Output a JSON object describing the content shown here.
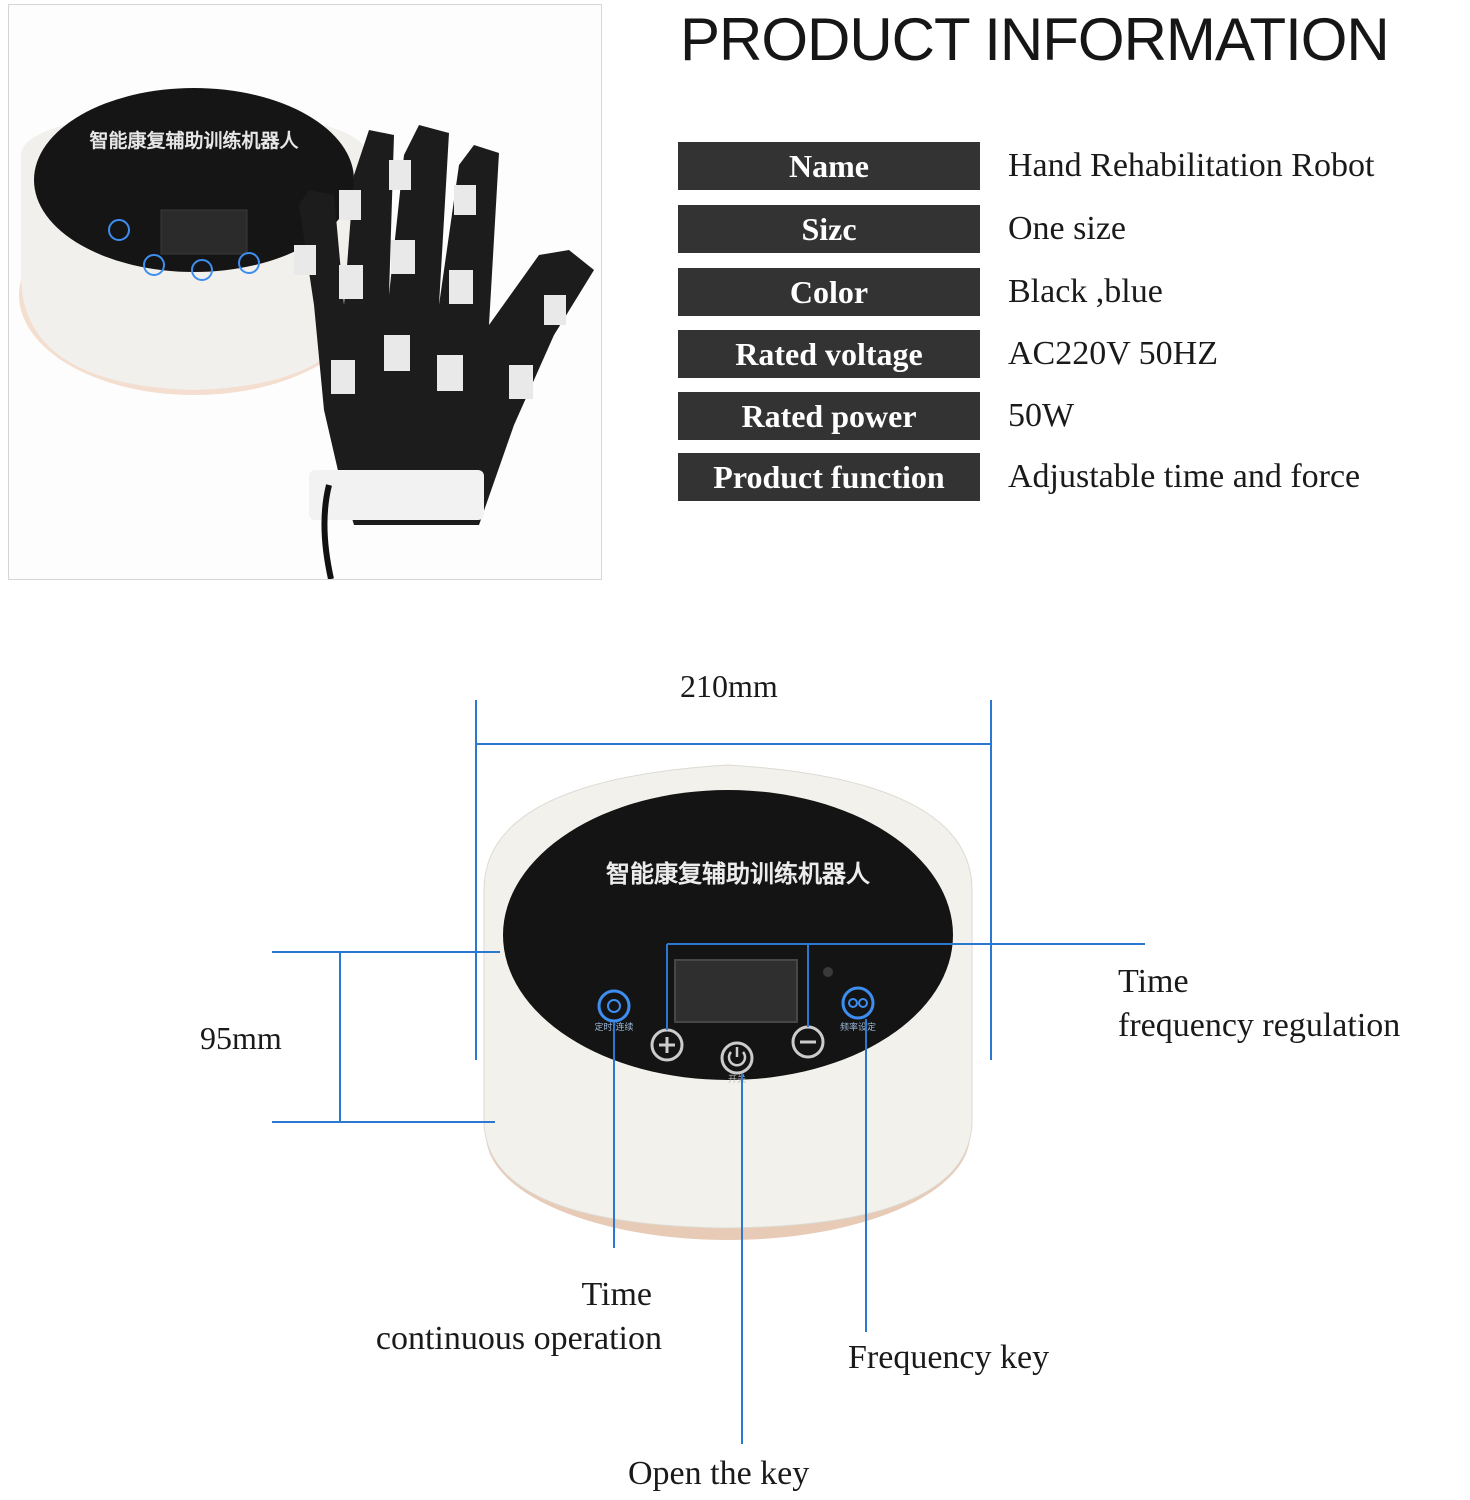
{
  "title": "PRODUCT INFORMATION",
  "specs": [
    {
      "label": "Name",
      "value": "Hand Rehabilitation Robot"
    },
    {
      "label": "Sizc",
      "value": "One size"
    },
    {
      "label": "Color",
      "value": "Black ,blue"
    },
    {
      "label": "Rated voltage",
      "value": "AC220V 50HZ"
    },
    {
      "label": "Rated power",
      "value": "50W"
    },
    {
      "label": "Product function",
      "value": "Adjustable time and force"
    }
  ],
  "device": {
    "panel_text": "智能康复辅助训练机器人",
    "button_labels": [
      "定时/连续",
      "频率设定",
      "开关"
    ]
  },
  "dimensions": {
    "width": "210mm",
    "height": "95mm"
  },
  "callouts": {
    "time_frequency_line1": "Time",
    "time_frequency_line2": "frequency regulation",
    "time_continuous_line1": "Time",
    "time_continuous_line2": "continuous operation",
    "frequency_key": "Frequency key",
    "open_key": "Open the key"
  },
  "colors": {
    "label_bg": "#333333",
    "dimension_line": "#2a78d0",
    "device_top": "#141414",
    "device_body": "#f2f1ec",
    "device_base": "#e7c9b2",
    "button_glow": "#3d8ef0"
  }
}
